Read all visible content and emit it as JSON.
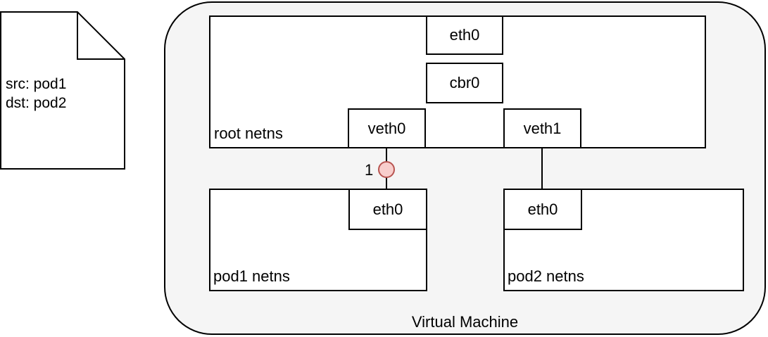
{
  "vm": {
    "label": "Virtual Machine"
  },
  "root_netns": {
    "label": "root netns",
    "eth0": "eth0",
    "bridge": "cbr0",
    "veth0": "veth0",
    "veth1": "veth1"
  },
  "pod1": {
    "label": "pod1 netns",
    "eth0": "eth0"
  },
  "pod2": {
    "label": "pod2 netns",
    "eth0": "eth0"
  },
  "packet": {
    "src": "src: pod1",
    "dst": "dst: pod2"
  },
  "step": {
    "number": "1"
  },
  "colors": {
    "vm_bg": "#f5f5f5",
    "marker_fill": "#f8cecc",
    "marker_stroke": "#b85450"
  }
}
